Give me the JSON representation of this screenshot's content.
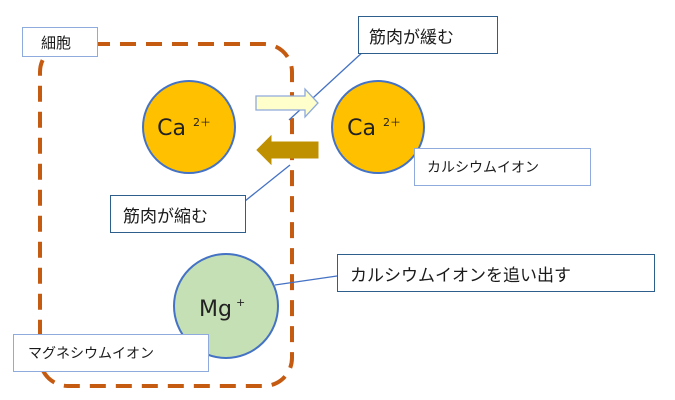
{
  "cell_label": "細胞",
  "calcium_inside": {
    "symbol": "Ca",
    "charge": "2＋"
  },
  "calcium_outside": {
    "symbol": "Ca",
    "charge": "2＋"
  },
  "magnesium": {
    "symbol": "Mg",
    "charge": "+"
  },
  "relax_label": "筋肉が緩む",
  "contract_label": "筋肉が縮む",
  "calcium_ion_label": "カルシウムイオン",
  "push_out_label": "カルシウムイオンを追い出す",
  "magnesium_ion_label": "マグネシウムイオン",
  "colors": {
    "cell_border": "#C55A11",
    "calcium_fill": "#FFC000",
    "calcium_stroke": "#4472C4",
    "magnesium_fill": "#C5E0B4",
    "magnesium_stroke": "#4472C4",
    "label_border": "#2E5E8C",
    "label_border_light": "#8FAADC",
    "arrow_out_fill": "#FFFFCC",
    "arrow_out_stroke": "#8FAADC",
    "arrow_in_fill": "#BF9000"
  }
}
